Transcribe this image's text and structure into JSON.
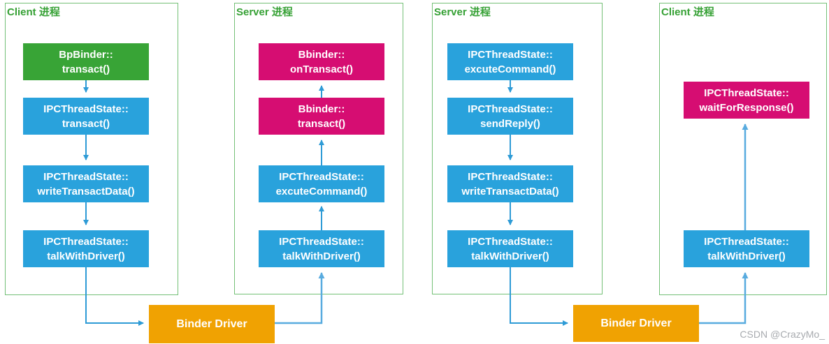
{
  "colors": {
    "panel_border": "#74c077",
    "title_green": "#36a135",
    "green": "#38a436",
    "blue": "#29a2dc",
    "magenta": "#d60d72",
    "orange": "#f0a202",
    "arrow_thin": "#2e9bd6",
    "arrow_thick": "#58abdf",
    "watermark": "#a8abaf"
  },
  "panels": [
    {
      "title": "Client 进程",
      "boxes": [
        {
          "color": "green",
          "line1": "BpBinder::",
          "line2": "transact()"
        },
        {
          "color": "blue",
          "line1": "IPCThreadState::",
          "line2": "transact()"
        },
        {
          "color": "blue",
          "line1": "IPCThreadState::",
          "line2": "writeTransactData()"
        },
        {
          "color": "blue",
          "line1": "IPCThreadState::",
          "line2": "talkWithDriver()"
        }
      ]
    },
    {
      "title": "Server 进程",
      "boxes": [
        {
          "color": "magenta",
          "line1": "Bbinder::",
          "line2": "onTransact()"
        },
        {
          "color": "magenta",
          "line1": "Bbinder::",
          "line2": "transact()"
        },
        {
          "color": "blue",
          "line1": "IPCThreadState::",
          "line2": "excuteCommand()"
        },
        {
          "color": "blue",
          "line1": "IPCThreadState::",
          "line2": "talkWithDriver()"
        }
      ]
    },
    {
      "title": "Server 进程",
      "boxes": [
        {
          "color": "blue",
          "line1": "IPCThreadState::",
          "line2": "excuteCommand()"
        },
        {
          "color": "blue",
          "line1": "IPCThreadState::",
          "line2": "sendReply()"
        },
        {
          "color": "blue",
          "line1": "IPCThreadState::",
          "line2": "writeTransactData()"
        },
        {
          "color": "blue",
          "line1": "IPCThreadState::",
          "line2": "talkWithDriver()"
        }
      ]
    },
    {
      "title": "Client 进程",
      "boxes": [
        {
          "color": "magenta",
          "line1": "IPCThreadState::",
          "line2": "waitForResponse()"
        },
        {
          "color": "blue",
          "line1": "IPCThreadState::",
          "line2": "talkWithDriver()"
        }
      ]
    }
  ],
  "drivers": [
    {
      "label": "Binder Driver"
    },
    {
      "label": "Binder Driver"
    }
  ],
  "watermark": "CSDN @CrazyMo_"
}
